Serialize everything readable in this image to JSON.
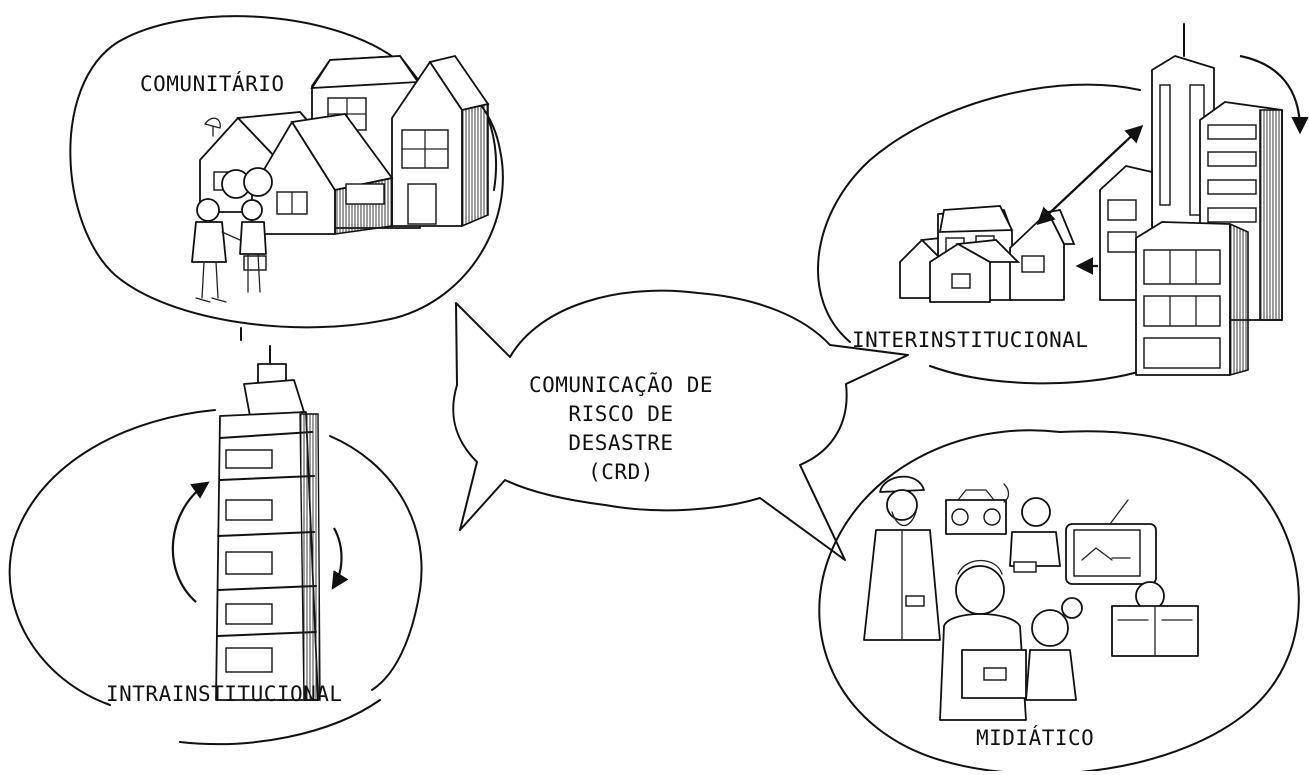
{
  "center": {
    "lines": [
      "COMUNICAÇÃO DE",
      "RISCO DE",
      "DESASTRE",
      "(CRD)"
    ]
  },
  "nodes": {
    "comunitario": "COMUNITÁRIO",
    "interinstitucional": "INTERINSTITUCIONAL",
    "intrainstitucional": "INTRAINSTITUCIONAL",
    "midiatico": "MIDIÁTICO"
  }
}
